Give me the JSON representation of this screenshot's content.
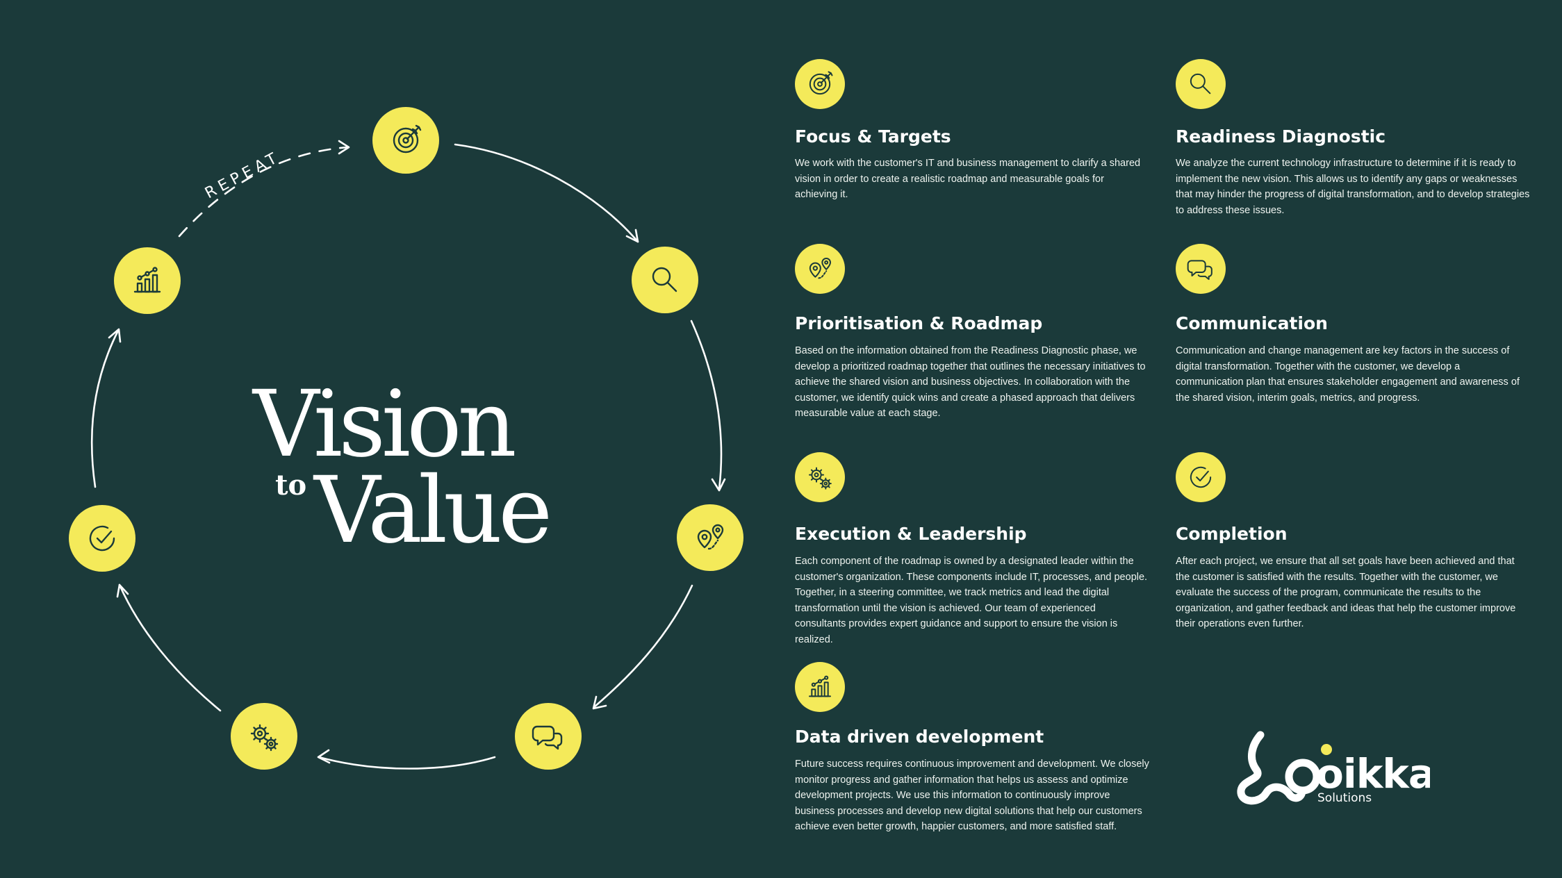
{
  "title": {
    "line1": "Vision",
    "connector": "to",
    "line2": "Value"
  },
  "cycle": {
    "repeat_label": "REPEAT"
  },
  "colors": {
    "background": "#1b3a3a",
    "accent": "#f4ea5a",
    "text": "#ffffff"
  },
  "steps": [
    {
      "icon": "target-icon",
      "title": "Focus & Targets",
      "text": "We work with the customer's IT and business management to clarify a shared vision in order to create a realistic roadmap and measurable goals for achieving it."
    },
    {
      "icon": "magnifier-icon",
      "title": "Readiness Diagnostic",
      "text": "We analyze the current technology infrastructure to determine if it is ready to implement the new vision. This allows us to identify any gaps or weaknesses that may hinder the progress of digital transformation, and to develop strategies to address these issues."
    },
    {
      "icon": "map-pins-icon",
      "title": "Prioritisation & Roadmap",
      "text": "Based on the information obtained from the Readiness Diagnostic phase, we develop a prioritized roadmap together that outlines the necessary initiatives to achieve the shared vision and business objectives. In collaboration with the customer, we identify quick wins and create a phased approach that delivers measurable value at each stage."
    },
    {
      "icon": "chat-bubbles-icon",
      "title": "Communication",
      "text": "Communication and change management are key factors in the success of digital transformation. Together with the customer, we develop a communication plan that ensures stakeholder engagement and awareness of the shared vision, interim goals, metrics, and progress."
    },
    {
      "icon": "gears-icon",
      "title": "Execution & Leadership",
      "text": "Each component of the roadmap is owned by a designated leader within the customer's organization. These components include IT, processes, and people. Together, in a steering committee, we track metrics and lead the digital transformation until the vision is achieved. Our team of experienced consultants provides expert guidance and support to ensure the vision is realized."
    },
    {
      "icon": "check-circle-icon",
      "title": "Completion",
      "text": "After each project, we ensure that all set goals have been achieved and that the customer is satisfied with the results. Together with the customer, we evaluate the success of the program, communicate the results to the organization, and gather feedback and ideas that help the customer improve their operations even further."
    },
    {
      "icon": "bar-chart-icon",
      "title": "Data driven development",
      "text": "Future success requires continuous improvement and development. We closely monitor progress and gather information that helps us assess and optimize development projects. We use this information to continuously improve business processes and develop new digital solutions that help our customers achieve even better growth, happier customers, and more satisfied staff."
    }
  ],
  "logo": {
    "name": "oikka",
    "sub": "Solutions"
  }
}
